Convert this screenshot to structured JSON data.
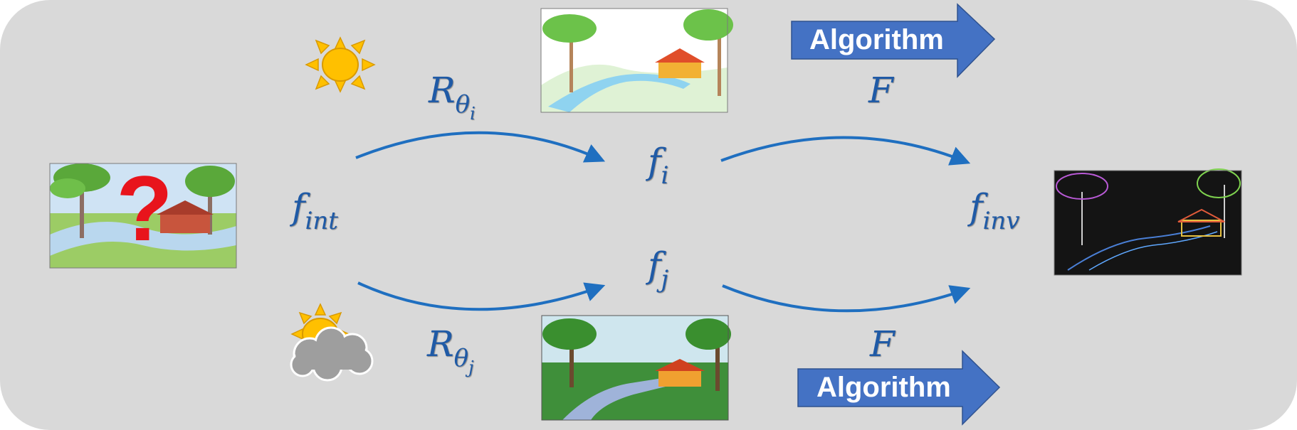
{
  "labels": {
    "f_int": {
      "base": "f",
      "sub": "int"
    },
    "f_i": {
      "base": "f",
      "sub": "i"
    },
    "f_j": {
      "base": "f",
      "sub": "j"
    },
    "f_inv": {
      "base": "f",
      "sub": "inv"
    },
    "R_theta_i": {
      "base": "R",
      "sub": "θ",
      "subsub": "i"
    },
    "R_theta_j": {
      "base": "R",
      "sub": "θ",
      "subsub": "j"
    },
    "F_top": "F",
    "F_bottom": "F",
    "question_mark": "?"
  },
  "algorithm_top": "Algorithm",
  "algorithm_bottom": "Algorithm",
  "icons": {
    "sun": "sun-icon",
    "sun_cloud": "sun-behind-cloud-icon"
  },
  "colors": {
    "panel": "#d9d9d9",
    "arrow_curve": "#1f6fc0",
    "algorithm_arrow": "#4472c4",
    "math_text": "#1f5aa6",
    "question": "#e8141c",
    "sun": "#ffc000",
    "cloud": "#9e9e9e"
  }
}
